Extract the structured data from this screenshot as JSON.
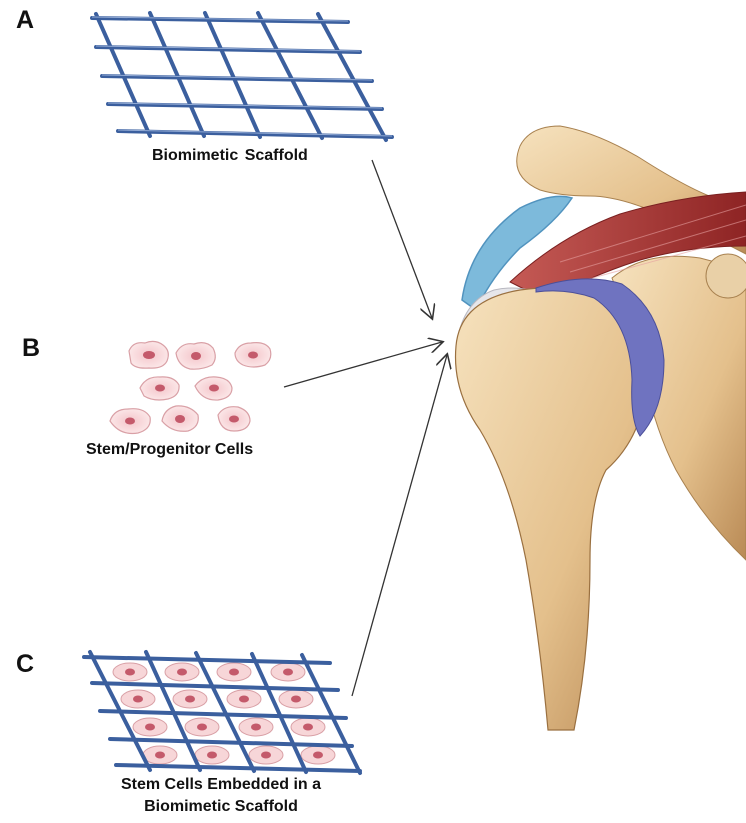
{
  "panels": [
    {
      "letter": "A",
      "caption": "Biomimetic  Scaffold"
    },
    {
      "letter": "B",
      "caption": "Stem/Progenitor Cells"
    },
    {
      "letter": "C",
      "caption_line1": "Stem Cells Embedded in a",
      "caption_line2": "Biomimetic Scaffold"
    }
  ],
  "colors": {
    "scaffold": "#3b5f9e",
    "cell_fill": "#f7d6d8",
    "cell_outline": "#d9a0a6",
    "nucleus": "#c45a6b",
    "bone": "#e8c99a",
    "muscle": "#b83a3a",
    "cartilage": "#6f73c0",
    "bursa": "#6fb3d8",
    "arrow": "#333333"
  }
}
